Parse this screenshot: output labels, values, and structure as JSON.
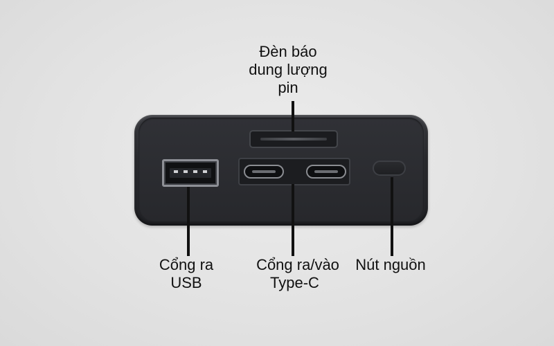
{
  "labels": {
    "indicator": [
      "Đèn báo",
      "dung lượng",
      "pin"
    ],
    "usb": [
      "Cổng ra",
      "USB"
    ],
    "typec": [
      "Cổng ra/vào",
      "Type-C"
    ],
    "power": [
      "Nút nguồn"
    ]
  },
  "colors": {
    "background": "#e4e4e4",
    "device_body": "#2a2b2f",
    "label_text": "#111111",
    "leader_line": "#111111"
  }
}
